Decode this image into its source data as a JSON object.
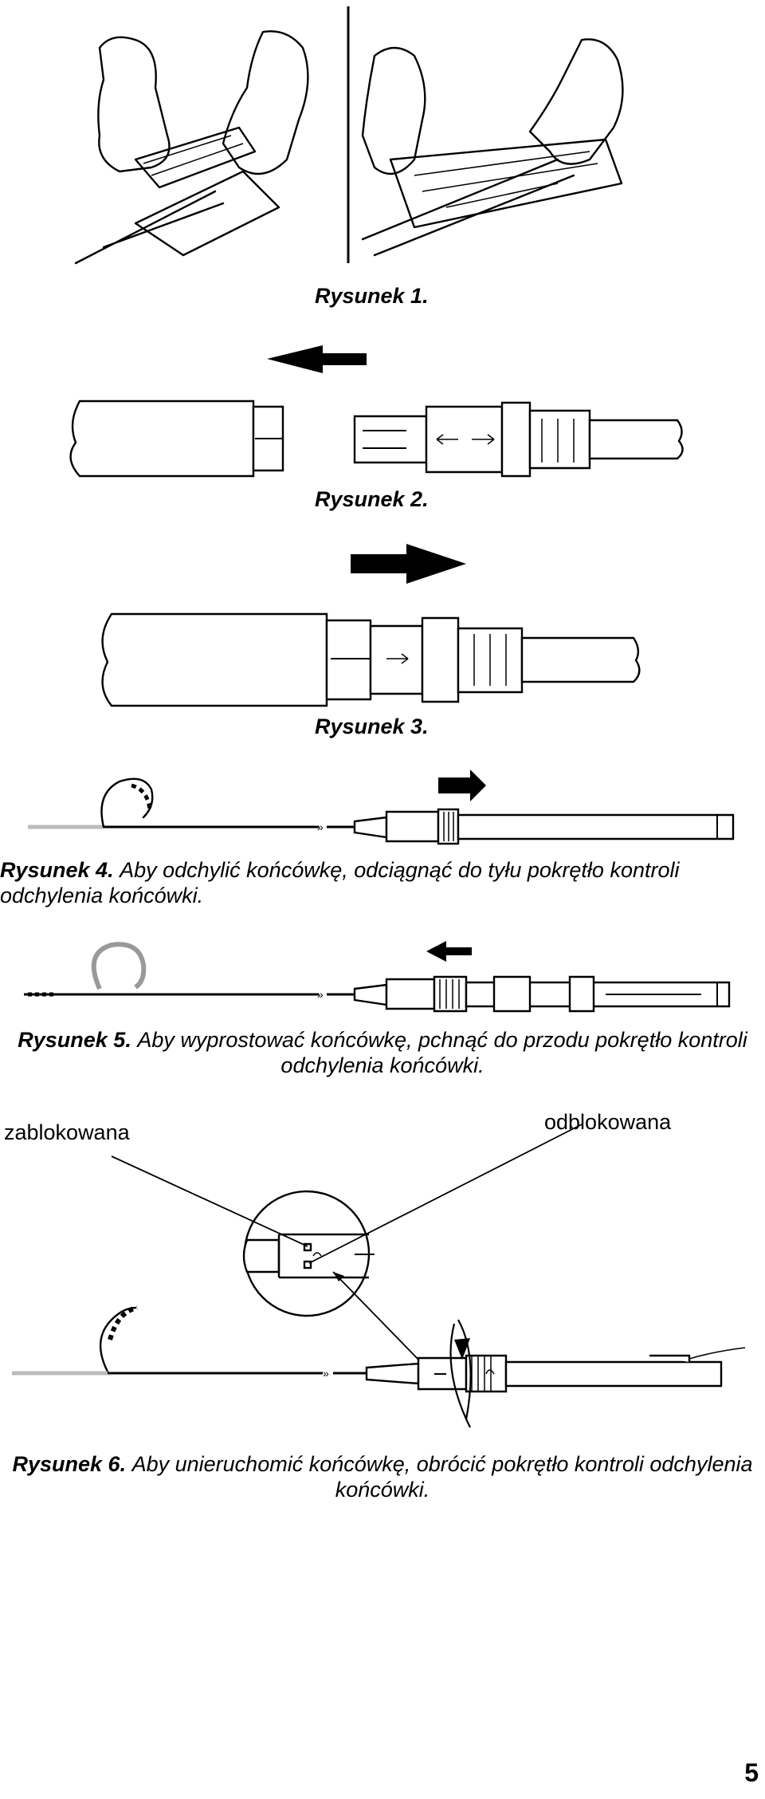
{
  "figures": {
    "fig1": {
      "label": "Rysunek 1.",
      "text": ""
    },
    "fig2": {
      "label": "Rysunek 2.",
      "text": ""
    },
    "fig3": {
      "label": "Rysunek 3.",
      "text": ""
    },
    "fig4": {
      "label": "Rysunek 4.",
      "text": "Aby odchylić końcówkę, odciągnąć do tyłu pokrętło kontroli odchylenia końcówki."
    },
    "fig5": {
      "label": "Rysunek 5.",
      "text": "Aby wyprostować końcówkę, pchnąć do przodu pokrętło kontroli odchylenia końcówki."
    },
    "fig6": {
      "label": "Rysunek 6.",
      "text": "Aby unieruchomić końcówkę, obrócić pokrętło kontroli odchylenia końcówki."
    }
  },
  "labels": {
    "locked": "zablokowana",
    "unlocked": "odblokowana"
  },
  "page_number": "5"
}
